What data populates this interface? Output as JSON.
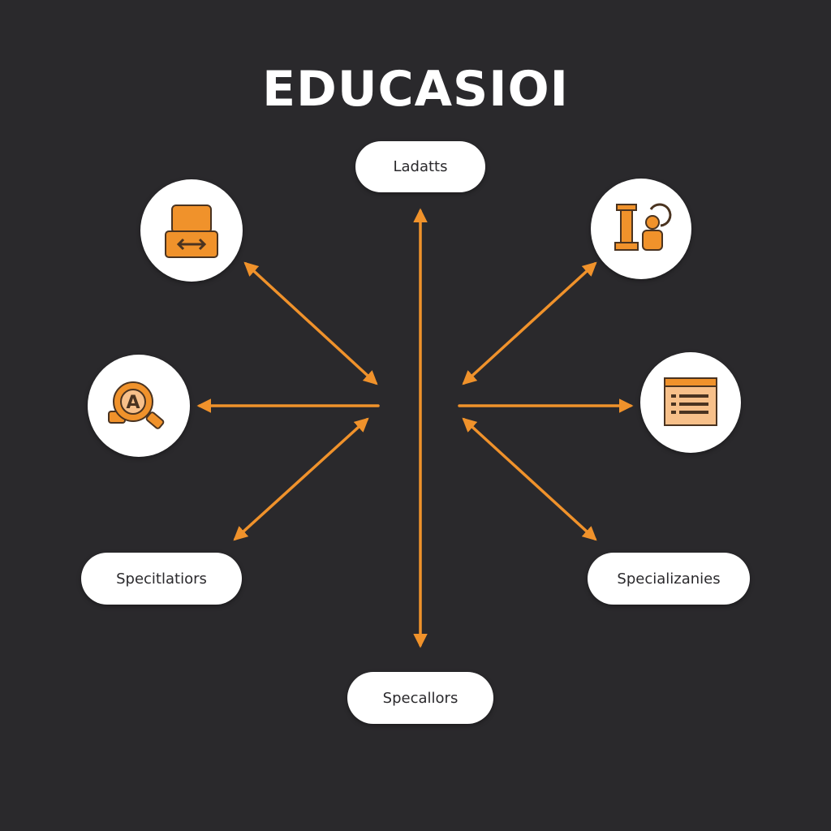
{
  "title": "EDUCASIOI",
  "colors": {
    "background": "#2a292c",
    "accent": "#f0922b",
    "node_fill": "#ffffff",
    "text_dark": "#2a292c"
  },
  "nodes": {
    "top": {
      "label": "Ladatts"
    },
    "bottom": {
      "label": "Specallors"
    },
    "left": {
      "label": "Specitlatiors"
    },
    "right": {
      "label": "Specializanies"
    }
  },
  "icons": [
    {
      "position": "upper-left",
      "icon": "computer-transfer-icon"
    },
    {
      "position": "middle-left",
      "icon": "magnifier-letter-a-icon"
    },
    {
      "position": "upper-right",
      "icon": "pillar-person-icon"
    },
    {
      "position": "middle-right",
      "icon": "document-list-icon"
    }
  ]
}
